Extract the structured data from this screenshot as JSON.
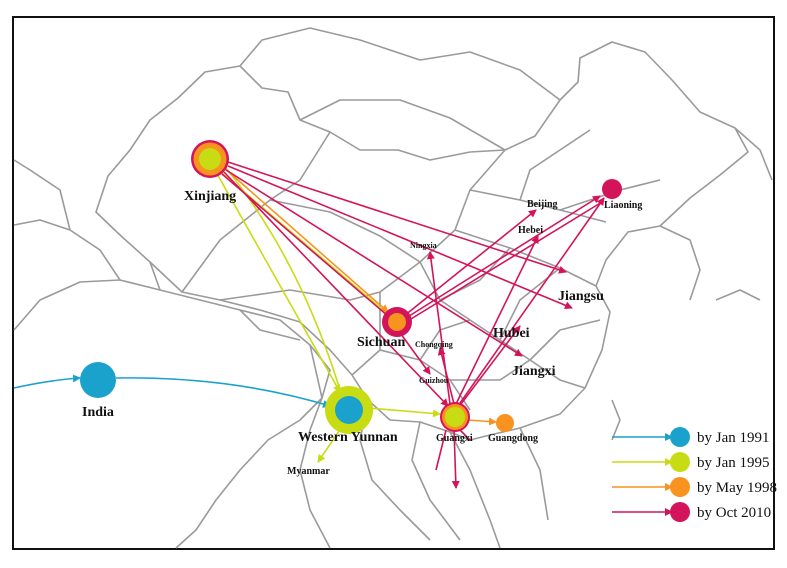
{
  "colors": {
    "1991": "#1aa2cc",
    "1995": "#c8dc14",
    "1998": "#f7931e",
    "2010": "#d4145a",
    "border": "#9a9a9a",
    "frame": "#111111"
  },
  "places": {
    "xinjiang": "Xinjiang",
    "sichuan": "Sichuan",
    "india": "India",
    "western_yunnan": "Western Yunnan",
    "guangxi": "Guangxi",
    "guangdong": "Guangdong",
    "liaoning": "Liaoning",
    "beijing": "Beijing",
    "hebei": "Hebei",
    "ningxia": "Ningxia",
    "jiangsu": "Jiangsu",
    "hubei": "Hubei",
    "chongqing": "Chongqing",
    "guizhou": "Guizhou",
    "jiangxi": "Jiangxi",
    "myanmar": "Myanmar"
  },
  "legend": [
    {
      "label": "by Jan 1991",
      "period": "1991"
    },
    {
      "label": "by Jan 1995",
      "period": "1995"
    },
    {
      "label": "by May 1998",
      "period": "1998"
    },
    {
      "label": "by Oct 2010",
      "period": "2010"
    }
  ]
}
